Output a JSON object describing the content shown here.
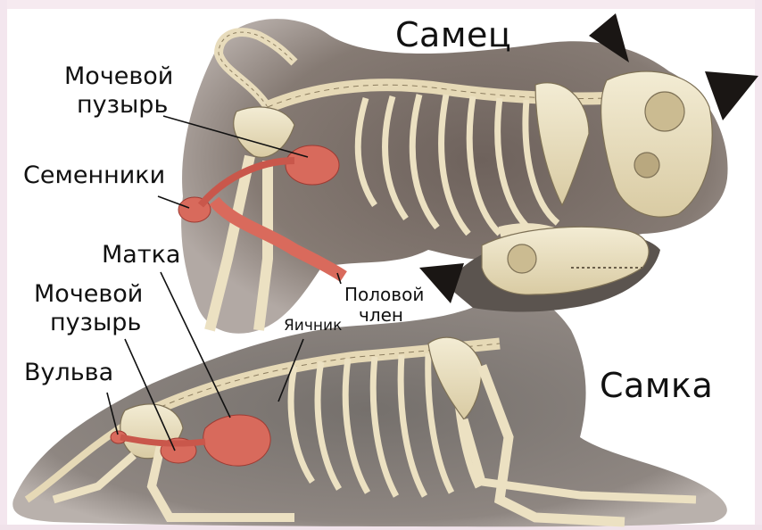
{
  "labels": {
    "male_title": "Самец",
    "female_title": "Самка",
    "male_bladder": "Мочевой пузырь",
    "male_bladder_line1": "Мочевой",
    "male_bladder_line2": "пузырь",
    "testes": "Семенники",
    "uterus": "Матка",
    "penis": "Половой член",
    "penis_line1": "Половой",
    "penis_line2": "член",
    "ovary": "Яичник",
    "female_bladder": "Мочевой пузырь",
    "female_bladder_line1": "Мочевой",
    "female_bladder_line2": "пузырь",
    "vulva": "Вульва"
  }
}
